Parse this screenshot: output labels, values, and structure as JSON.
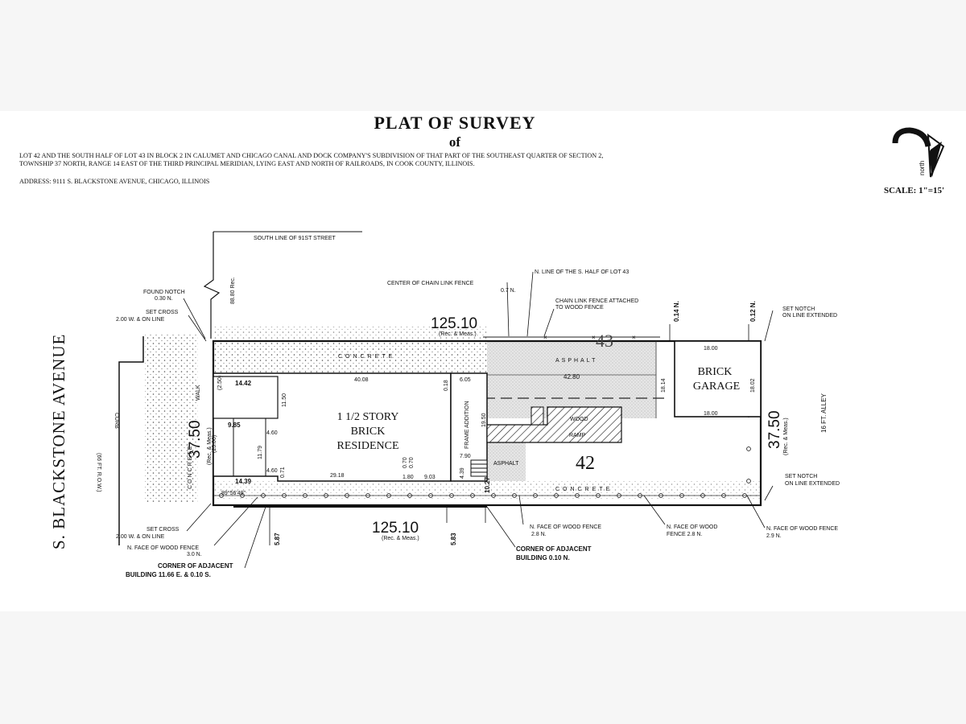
{
  "header": {
    "title": "PLAT OF SURVEY",
    "subtitle": "of",
    "legal_line1": "LOT 42 AND THE SOUTH HALF OF LOT 43 IN BLOCK 2 IN CALUMET AND CHICAGO CANAL AND DOCK COMPANY'S SUBDIVISION OF THAT PART OF THE SOUTHEAST QUARTER OF SECTION 2,",
    "legal_line2": "TOWNSHIP 37 NORTH, RANGE 14 EAST OF THE THIRD PRINCIPAL MERIDIAN, LYING EAST AND NORTH OF RAILROADS, IN COOK COUNTY, ILLINOIS.",
    "address": "ADDRESS: 9111 S. BLACKSTONE AVENUE, CHICAGO, ILLINOIS",
    "north": "north",
    "scale": "SCALE: 1\"=15'"
  },
  "streets": {
    "avenue": "S. BLACKSTONE AVENUE",
    "row": "(66 FT. R.O.W.)",
    "curb": "CURB",
    "south_line": "SOUTH LINE OF 91ST STREET",
    "rec_8880": "88.80 Rec.",
    "alley": "16 FT. ALLEY",
    "concrete_left": "CONCRETE",
    "walk": "WALK"
  },
  "dims": {
    "top": "125.10",
    "bottom": "125.10",
    "rec_meas": "(Rec. & Meas.)",
    "left": "37.50",
    "right": "37.50",
    "angle": "89°56'49\"",
    "top_offset_a": "0.14 N.",
    "top_offset_b": "0.12 N.",
    "bot_offset_a": "5.87",
    "bot_offset_b": "5.83",
    "bot_offset_c": "10.27"
  },
  "house": {
    "title1": "1 1/2 STORY",
    "title2": "BRICK",
    "title3": "RESIDENCE",
    "frame": "FRAME ADDITION",
    "d_4008": "40.08",
    "d_018": "0.18",
    "d_605": "6.05",
    "d_1950": "19.50",
    "d_1442": "14.42",
    "d_1150": "11.50",
    "d_250": "(2.50)",
    "d_985": "9.85",
    "d_460a": "4.60",
    "d_2500": "(25.00)",
    "d_1179": "11.79",
    "d_460b": "4.60",
    "d_071": "0.71",
    "d_1439": "14.39",
    "d_2918": "29.18",
    "d_070a": "0.70",
    "d_070b": "0.70",
    "d_180": "1.80",
    "d_903": "9.03",
    "d_439": "4.39",
    "d_790": "7.90"
  },
  "lot": {
    "concrete_top": "CONCRETE",
    "concrete_bottom": "CONCRETE",
    "asphalt_top": "ASPHALT",
    "asphalt_bottom": "ASPHALT",
    "d_4280": "42.80",
    "wood": "WOOD",
    "ramp": "RAMP",
    "lot43": "43",
    "lot42": "42"
  },
  "garage": {
    "title1": "BRICK",
    "title2": "GARAGE",
    "d_top": "18.00",
    "d_bottom": "18.00",
    "d_left": "18.14",
    "d_right": "18.02"
  },
  "notes": {
    "found_notch1": "FOUND NOTCH",
    "found_notch2": "0.30 N.",
    "set_cross_top1": "SET CROSS",
    "set_cross_top2": "2.00 W. & ON LINE",
    "center_fence1": "CENTER OF CHAIN LINK FENCE",
    "center_fence2": "0.7 N.",
    "n_line": "N. LINE OF THE S. HALF OF LOT 43",
    "chain_fence1": "CHAIN LINK FENCE ATTACHED",
    "chain_fence2": "TO WOOD FENCE",
    "set_notch_top1": "SET NOTCH",
    "set_notch_top2": "ON LINE EXTENDED",
    "set_notch_bot1": "SET NOTCH",
    "set_notch_bot2": "ON LINE EXTENDED",
    "set_cross_bot1": "SET CROSS",
    "set_cross_bot2": "2.00 W. & ON LINE",
    "wood_fence_30a": "N. FACE OF WOOD FENCE",
    "wood_fence_30b": "3.0 N.",
    "corner_adj1a": "CORNER OF ADJACENT",
    "corner_adj1b": "BUILDING 11.66 E. & 0.10 S.",
    "wood_fence_28a1": "N. FACE OF WOOD FENCE",
    "wood_fence_28a2": "2.8 N.",
    "wood_fence_28b1": "N. FACE OF WOOD",
    "wood_fence_28b2": "FENCE 2.8 N.",
    "wood_fence_29a": "N. FACE OF WOOD FENCE",
    "wood_fence_29b": "2.9 N.",
    "corner_adj2a": "CORNER OF ADJACENT",
    "corner_adj2b": "BUILDING 0.10 N."
  }
}
